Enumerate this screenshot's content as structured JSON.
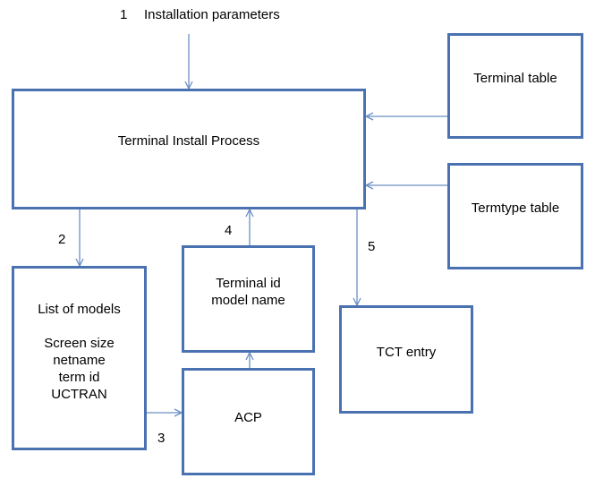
{
  "colors": {
    "box_border": "#4a72b0",
    "arrow": "#6b8fc4",
    "text": "#000000",
    "background": "#ffffff"
  },
  "top_label": {
    "number": "1",
    "text": "Installation parameters"
  },
  "boxes": {
    "terminal_install_process": "Terminal Install Process",
    "terminal_table": "Terminal table",
    "termtype_table": "Termtype table",
    "list_of_models": {
      "title": "List of models",
      "items": [
        "Screen size",
        "netname",
        "term id",
        "UCTRAN"
      ]
    },
    "terminal_id_model": {
      "line1": "Terminal id",
      "line2": "model name"
    },
    "acp": "ACP",
    "tct_entry": "TCT entry"
  },
  "step_labels": {
    "step2": "2",
    "step3": "3",
    "step4": "4",
    "step5": "5"
  }
}
